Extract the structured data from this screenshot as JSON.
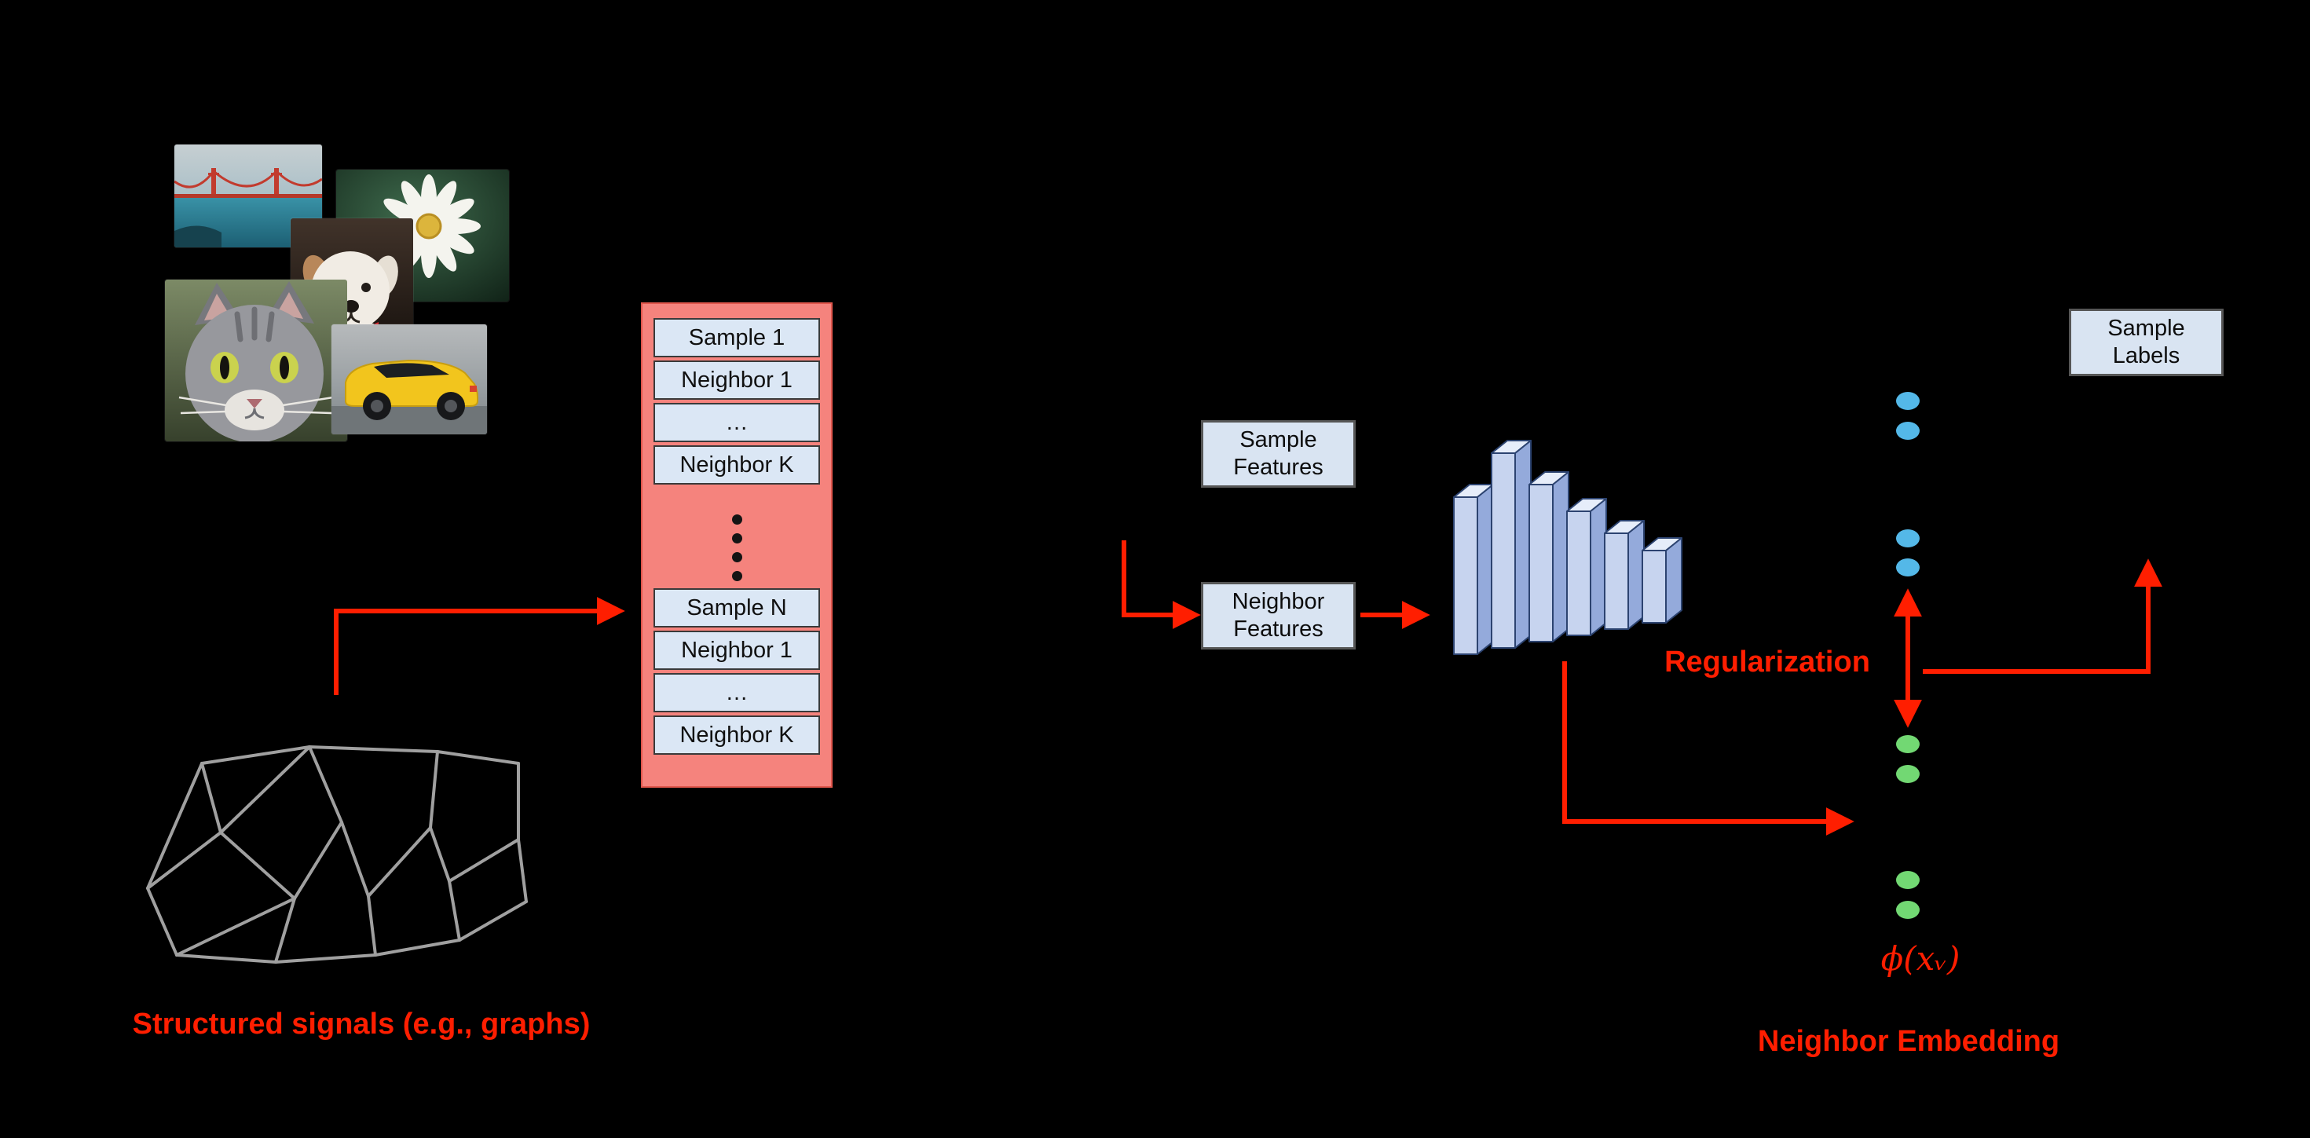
{
  "palette": {
    "background": "#000000",
    "accent_red": "#ff1e00",
    "batch_fill": "#f5837d",
    "batch_cell_fill": "#dbe7f5",
    "feature_box_fill": "#d9e4f2",
    "feature_box_border": "#565656",
    "sample_dot_blue": "#54b8e8",
    "neighbor_dot_green": "#72d873",
    "graph_line_gray": "#a0a0a0",
    "nn_layer_fill": "#c7d4ef"
  },
  "photos": {
    "items": [
      "golden-gate-bridge-photo",
      "daisy-flower-photo",
      "puppy-with-red-bow-photo",
      "gray-cat-photo",
      "yellow-sports-car-photo"
    ]
  },
  "batch": {
    "group_top": [
      "Sample 1",
      "Neighbor 1",
      "…",
      "Neighbor K"
    ],
    "group_bottom": [
      "Sample N",
      "Neighbor 1",
      "…",
      "Neighbor K"
    ]
  },
  "feature_boxes": {
    "sample_features": [
      "Sample",
      "Features"
    ],
    "neighbor_features": [
      "Neighbor",
      "Features"
    ],
    "sample_labels": [
      "Sample",
      "Labels"
    ]
  },
  "captions": {
    "structured_signals": "Structured signals (e.g., graphs)",
    "regularization": "Regularization",
    "neighbor_embedding": "Neighbor Embedding",
    "neighbor_embedding_symbol": "ϕ(xᵥ)"
  },
  "embedding_dots": {
    "sample_count": 4,
    "neighbor_count": 4
  }
}
